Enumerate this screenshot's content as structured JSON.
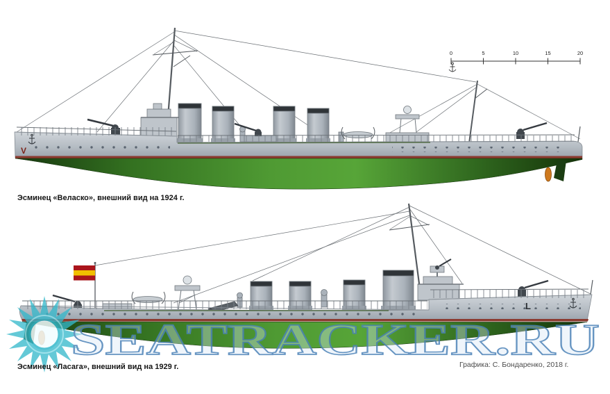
{
  "captions": {
    "ship1": "Эсминец «Веласко», внешний вид на 1924 г.",
    "ship2": "Эсминец «Ласага», внешний вид на 1929 г.",
    "credit": "Графика: С. Бондаренко, 2018 г."
  },
  "ships": [
    {
      "name": "Веласко",
      "hull_letter": "V",
      "year": "1924"
    },
    {
      "name": "Ласага",
      "hull_letter": "L",
      "year": "1929"
    }
  ],
  "scale_bar": {
    "ticks": [
      "0",
      "5",
      "10",
      "15",
      "20"
    ]
  },
  "watermark": {
    "text": "SEATRACKER.RU"
  },
  "colors": {
    "hull_grey": "#b9c0c7",
    "underwater_green": "#4f9a33",
    "waterline_red": "#8b3a2f",
    "watermark_outline_blue": "#4d83b8",
    "watermark_cyan": "#35b8cb",
    "flag_red": "#aa151b",
    "flag_yellow": "#f1bf00",
    "propeller_orange": "#cf7a1f"
  }
}
